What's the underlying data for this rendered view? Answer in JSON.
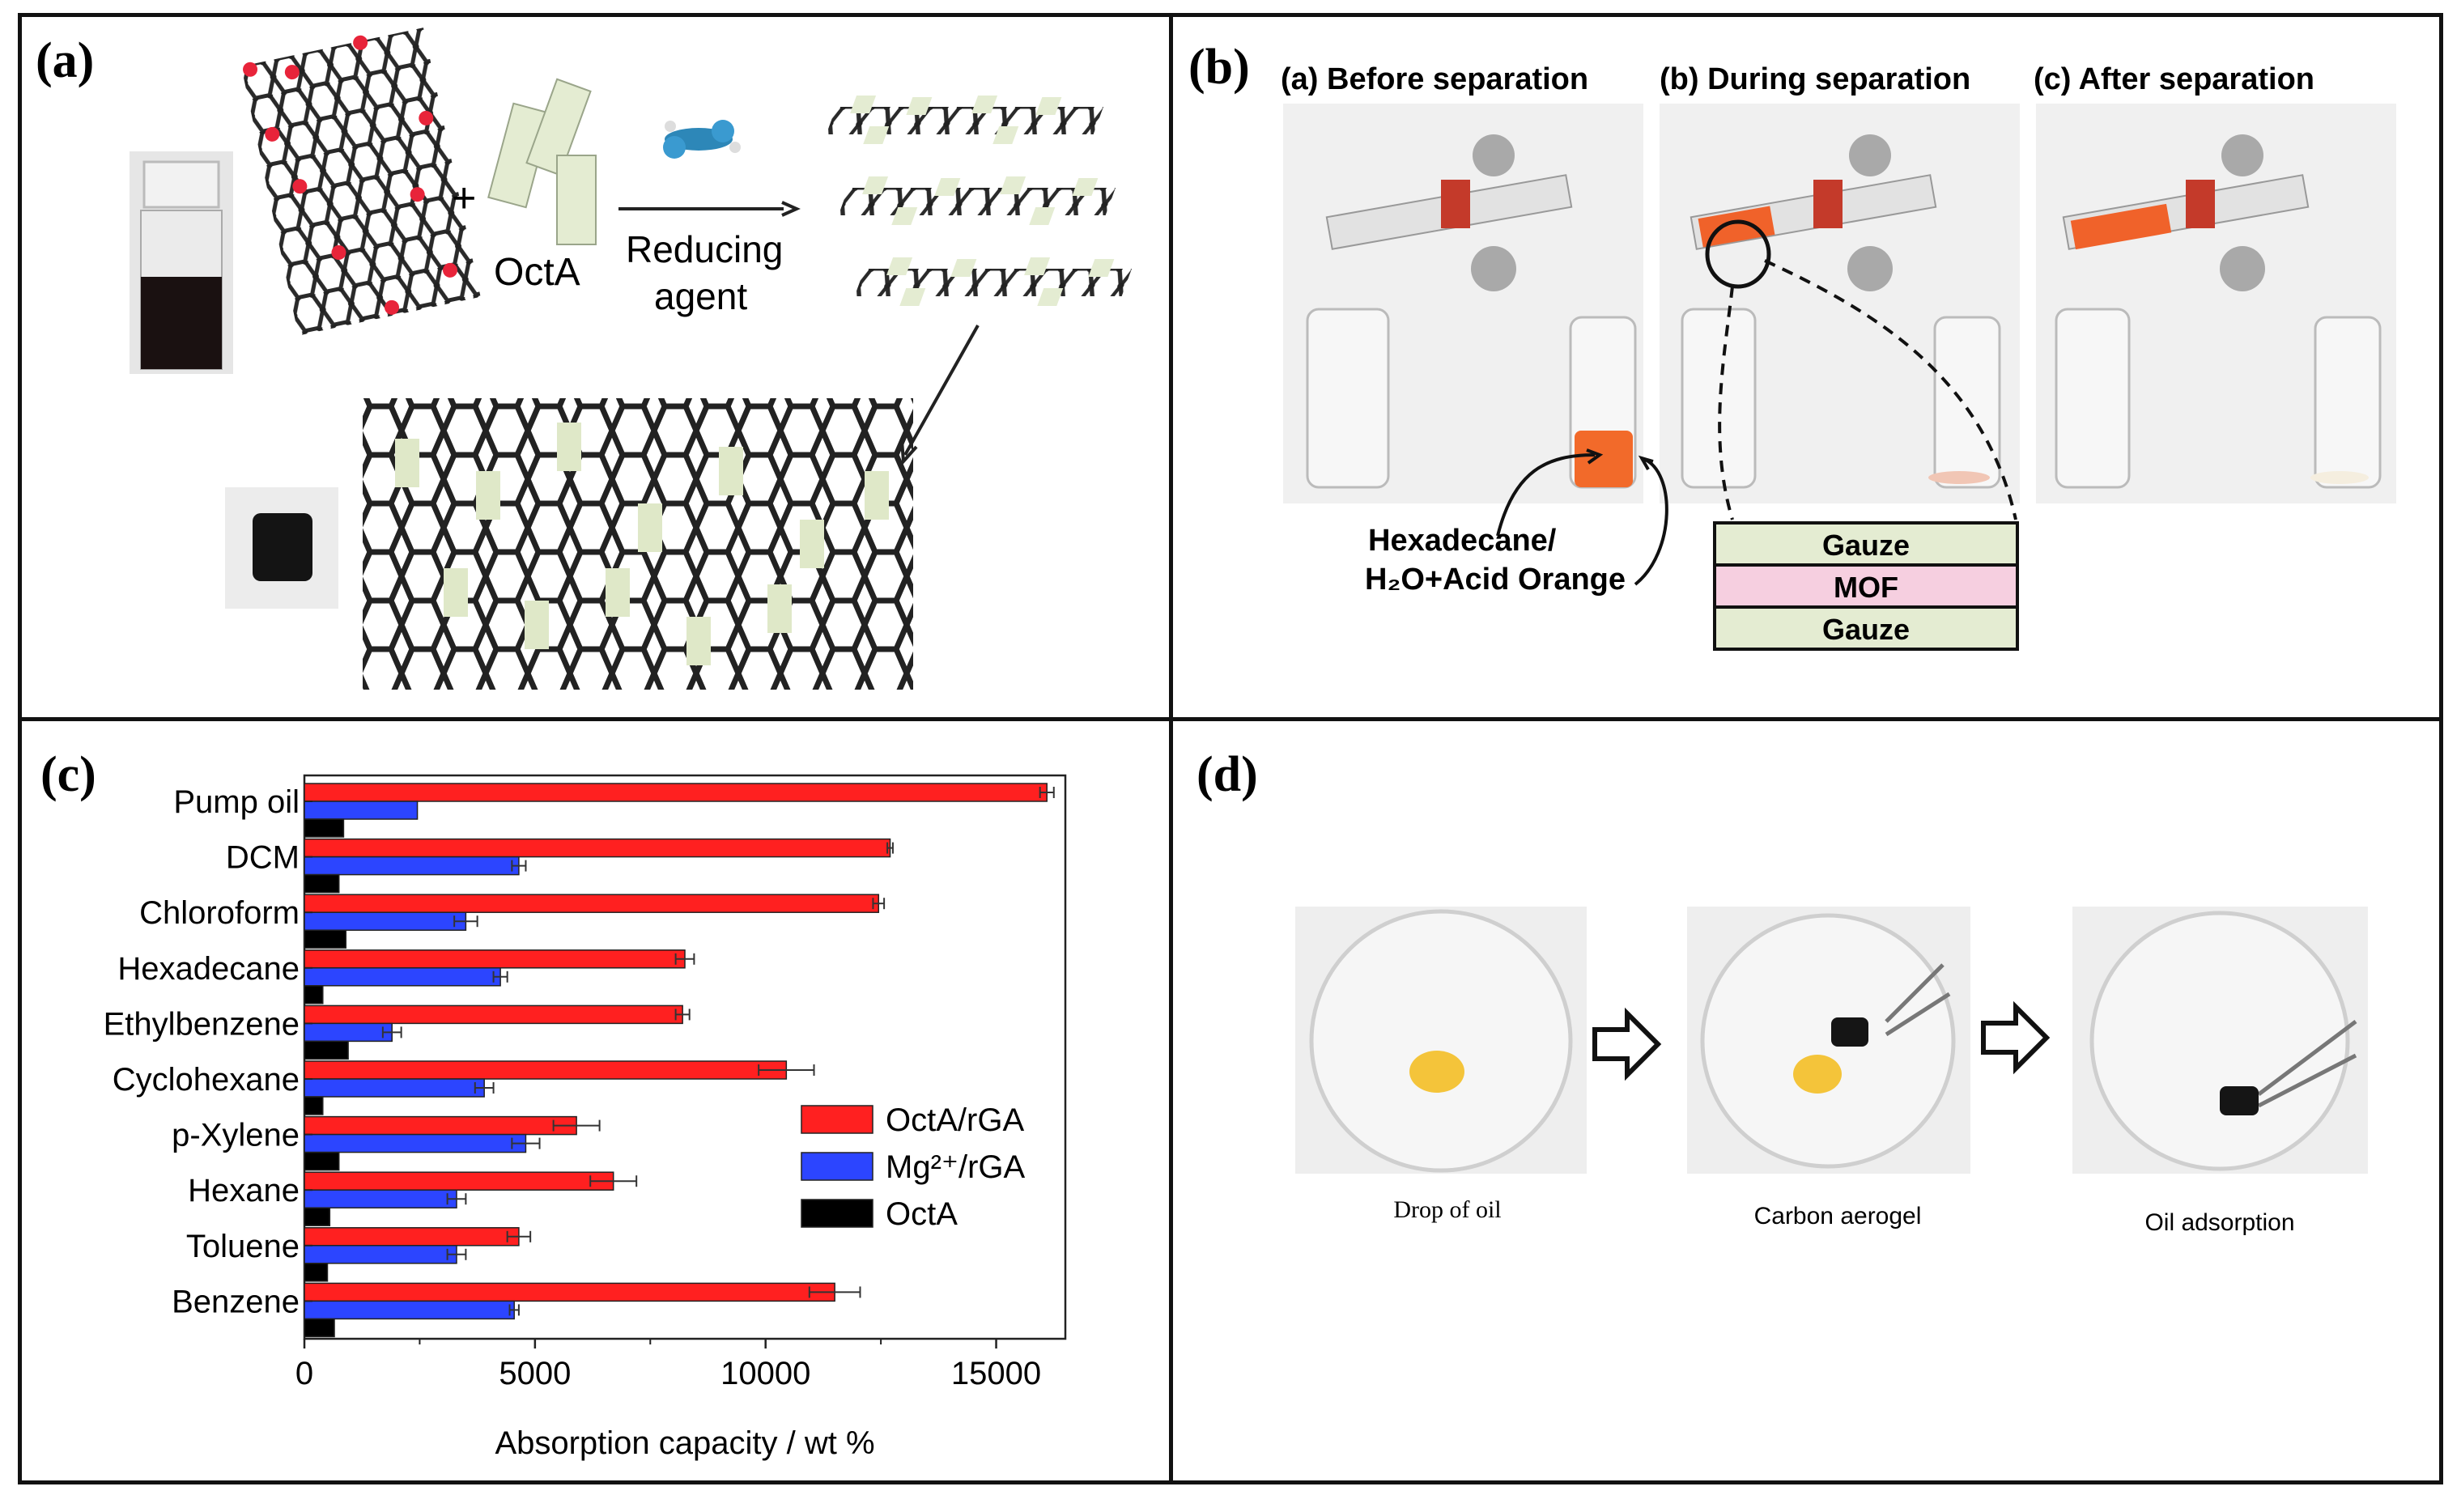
{
  "panels": {
    "a": {
      "label": "(a)",
      "octa_label": "OctA",
      "reducing_agent_line1": "Reducing",
      "reducing_agent_line2": "agent"
    },
    "b": {
      "label": "(b)",
      "captions": [
        "(a) Before separation",
        "(b) During separation",
        "(c) After separation"
      ],
      "mixture_label_line1": "Hexadecane/",
      "mixture_label_line2": "H₂O+Acid Orange",
      "layers": [
        "Gauze",
        "MOF",
        "Gauze"
      ]
    },
    "c": {
      "label": "(c)"
    },
    "d": {
      "label": "(d)",
      "captions": [
        "Drop of oil",
        "Carbon aerogel",
        "Oil adsorption"
      ]
    }
  },
  "chart_data": {
    "type": "bar",
    "orientation": "horizontal",
    "categories": [
      "Pump oil",
      "DCM",
      "Chloroform",
      "Hexadecane",
      "Ethylbenzene",
      "Cyclohexane",
      "p-Xylene",
      "Hexane",
      "Toluene",
      "Benzene"
    ],
    "series": [
      {
        "name": "OctA/rGA",
        "color": "#ff2020",
        "values": [
          16100,
          12700,
          12450,
          8250,
          8200,
          10450,
          5900,
          6700,
          4650,
          11500
        ],
        "errors": [
          150,
          60,
          120,
          200,
          150,
          600,
          500,
          500,
          250,
          550
        ]
      },
      {
        "name": "Mg²⁺/rGA",
        "color": "#2c45ff",
        "values": [
          2450,
          4650,
          3500,
          4250,
          1900,
          3900,
          4800,
          3300,
          3300,
          4550
        ],
        "errors": [
          0,
          150,
          250,
          150,
          200,
          200,
          300,
          200,
          200,
          100
        ]
      },
      {
        "name": "OctA",
        "color": "#000000",
        "values": [
          850,
          750,
          900,
          400,
          950,
          400,
          750,
          550,
          500,
          650
        ],
        "errors": [
          0,
          0,
          0,
          0,
          0,
          0,
          0,
          0,
          0,
          0
        ]
      }
    ],
    "xlabel": "Absorption capacity / wt %",
    "ylabel": "",
    "xlim": [
      0,
      16500
    ],
    "xticks": [
      0,
      5000,
      10000,
      15000
    ],
    "xtick_labels": [
      "0",
      "5000",
      "10000",
      "15000"
    ],
    "legend_position": "right"
  }
}
